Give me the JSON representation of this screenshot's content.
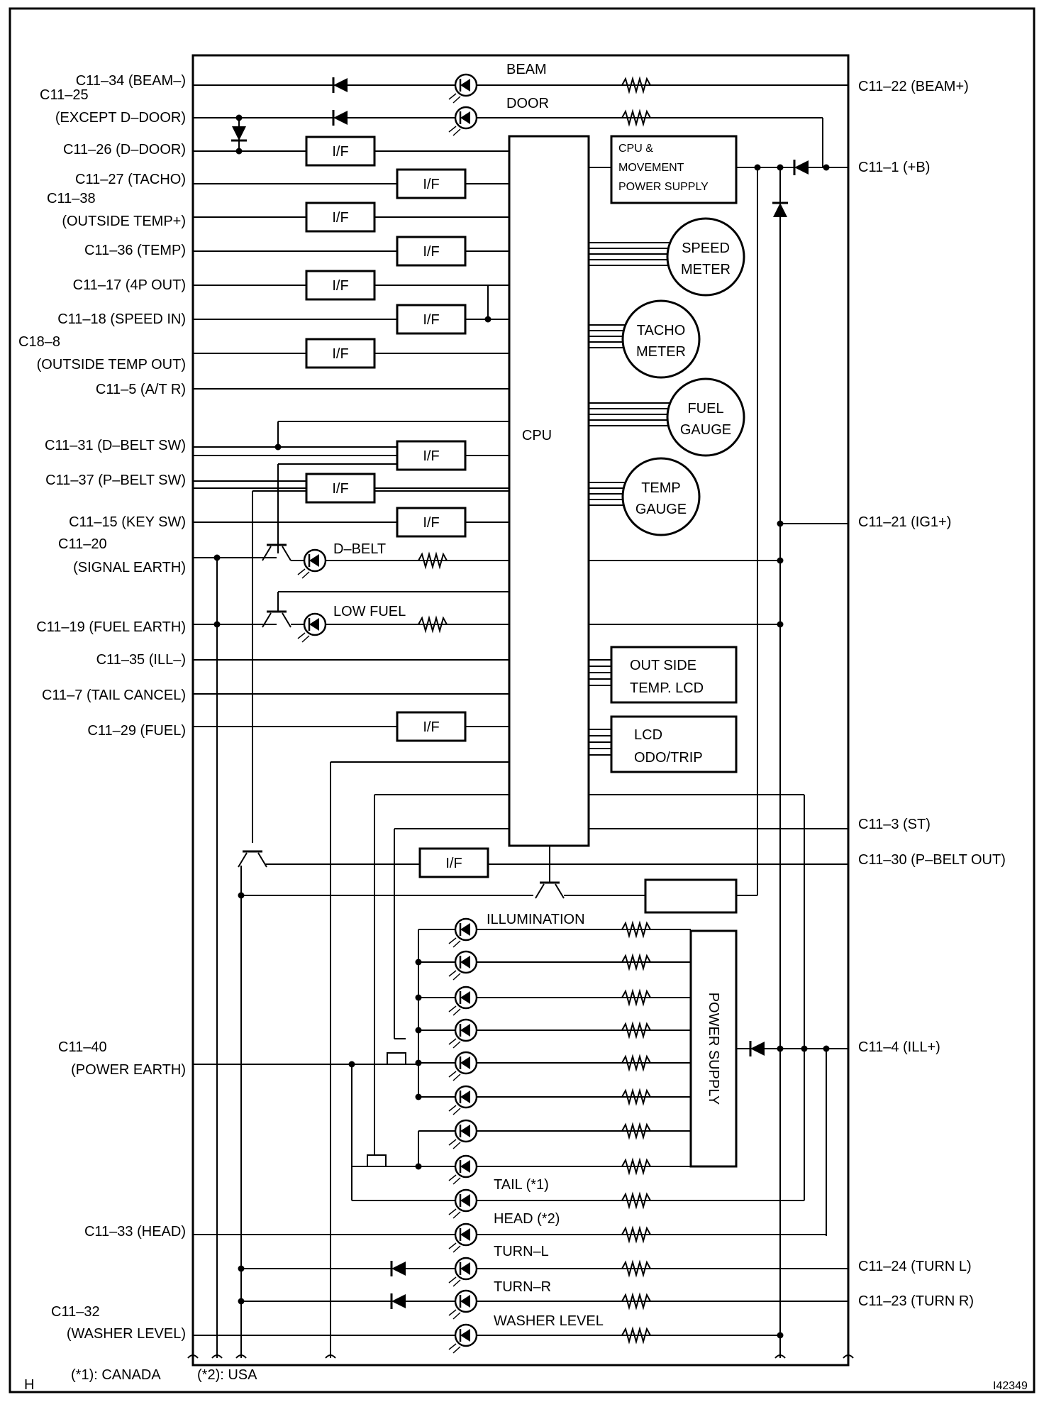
{
  "left_labels": [
    {
      "id": "beam-minus",
      "lines": [
        "C11–34 (BEAM–)"
      ]
    },
    {
      "id": "except-d-door",
      "lines": [
        "C11–25",
        "(EXCEPT D–DOOR)"
      ]
    },
    {
      "id": "d-door",
      "lines": [
        "C11–26 (D–DOOR)"
      ]
    },
    {
      "id": "tacho",
      "lines": [
        "C11–27 (TACHO)"
      ]
    },
    {
      "id": "outside-temp-plus",
      "lines": [
        "C11–38",
        "(OUTSIDE TEMP+)"
      ]
    },
    {
      "id": "temp",
      "lines": [
        "C11–36 (TEMP)"
      ]
    },
    {
      "id": "4p-out",
      "lines": [
        "C11–17 (4P OUT)"
      ]
    },
    {
      "id": "speed-in",
      "lines": [
        "C11–18 (SPEED IN)"
      ]
    },
    {
      "id": "outside-temp-out",
      "lines": [
        "C18–8",
        "(OUTSIDE TEMP OUT)"
      ]
    },
    {
      "id": "at-r",
      "lines": [
        "C11–5 (A/T R)"
      ]
    },
    {
      "id": "d-belt-sw",
      "lines": [
        "C11–31 (D–BELT SW)"
      ]
    },
    {
      "id": "p-belt-sw",
      "lines": [
        "C11–37 (P–BELT SW)"
      ]
    },
    {
      "id": "key-sw",
      "lines": [
        "C11–15 (KEY SW)"
      ]
    },
    {
      "id": "signal-earth",
      "lines": [
        "C11–20",
        "(SIGNAL EARTH)"
      ]
    },
    {
      "id": "fuel-earth",
      "lines": [
        "C11–19 (FUEL EARTH)"
      ]
    },
    {
      "id": "ill-minus",
      "lines": [
        "C11–35 (ILL–)"
      ]
    },
    {
      "id": "tail-cancel",
      "lines": [
        "C11–7 (TAIL CANCEL)"
      ]
    },
    {
      "id": "fuel",
      "lines": [
        "C11–29 (FUEL)"
      ]
    },
    {
      "id": "power-earth",
      "lines": [
        "C11–40",
        "(POWER EARTH)"
      ]
    },
    {
      "id": "head",
      "lines": [
        "C11–33 (HEAD)"
      ]
    },
    {
      "id": "washer-level",
      "lines": [
        "C11–32",
        "(WASHER LEVEL)"
      ]
    }
  ],
  "right_labels": [
    {
      "id": "beam-plus",
      "text": "C11–22 (BEAM+)"
    },
    {
      "id": "plus-b",
      "text": "C11–1 (+B)"
    },
    {
      "id": "ig1-plus",
      "text": "C11–21 (IG1+)"
    },
    {
      "id": "st",
      "text": "C11–3 (ST)"
    },
    {
      "id": "p-belt-out",
      "text": "C11–30 (P–BELT OUT)"
    },
    {
      "id": "ill-plus",
      "text": "C11–4 (ILL+)"
    },
    {
      "id": "turn-l",
      "text": "C11–24 (TURN L)"
    },
    {
      "id": "turn-r",
      "text": "C11–23 (TURN R)"
    }
  ],
  "lamp_labels": [
    {
      "id": "beam",
      "text": "BEAM"
    },
    {
      "id": "door",
      "text": "DOOR"
    },
    {
      "id": "d-belt",
      "text": "D–BELT"
    },
    {
      "id": "low-fuel",
      "text": "LOW FUEL"
    },
    {
      "id": "illumination",
      "text": "ILLUMINATION"
    },
    {
      "id": "tail",
      "text": "TAIL (*1)"
    },
    {
      "id": "head",
      "text": "HEAD (*2)"
    },
    {
      "id": "turn-l",
      "text": "TURN–L"
    },
    {
      "id": "turn-r",
      "text": "TURN–R"
    },
    {
      "id": "washer-level",
      "text": "WASHER LEVEL"
    }
  ],
  "if_label": "I/F",
  "cpu_label": "CPU",
  "cpu_power_lines": [
    "CPU &",
    "MOVEMENT",
    "POWER SUPPLY"
  ],
  "gauges": [
    {
      "id": "speed-meter",
      "lines": [
        "SPEED",
        "METER"
      ]
    },
    {
      "id": "tacho-meter",
      "lines": [
        "TACHO",
        "METER"
      ]
    },
    {
      "id": "fuel-gauge",
      "lines": [
        "FUEL",
        "GAUGE"
      ]
    },
    {
      "id": "temp-gauge",
      "lines": [
        "TEMP",
        "GAUGE"
      ]
    }
  ],
  "lcds": [
    {
      "id": "outside-temp-lcd",
      "lines": [
        "OUT SIDE",
        "TEMP. LCD"
      ]
    },
    {
      "id": "odo-trip-lcd",
      "lines": [
        "LCD",
        "ODO/TRIP"
      ]
    }
  ],
  "power_supply_label": "POWER SUPPLY",
  "footnotes": {
    "canada": "(*1): CANADA",
    "usa": "(*2): USA"
  },
  "corner_mark": "H",
  "figure_code": "I42349"
}
